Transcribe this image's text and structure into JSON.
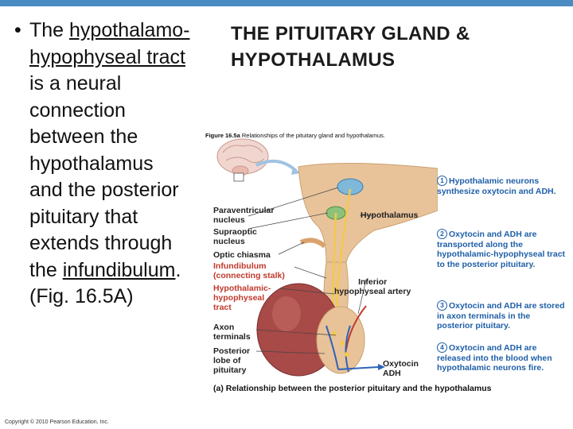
{
  "bullet": {
    "marker": "•",
    "line1_pre": "The ",
    "line1_link": "hypothalamo-",
    "line2_link": "hypophyseal tract",
    "line3": "is a neural",
    "line4": "connection",
    "line5": "between the",
    "line6": "hypothalamus",
    "line7": "and the posterior",
    "line8": "pituitary that",
    "line9": "extends through",
    "line10_pre": "the ",
    "line10_link": "infundibulum",
    "line10_post": ".",
    "line11": "(Fig. 16.5A)"
  },
  "title": {
    "line1": "THE PITUITARY GLAND &",
    "line2": "HYPOTHALAMUS"
  },
  "figure": {
    "caption_bold": "Figure 16.5a",
    "caption_rest": " Relationships of the pituitary gland and hypothalamus.",
    "labels": {
      "paraventricular": "Paraventricular\nnucleus",
      "supraoptic": "Supraoptic\nnucleus",
      "optic_chiasma": "Optic chiasma",
      "infundibulum": "Infundibulum\n(connecting stalk)",
      "tract": "Hypothalamic-\nhypophyseal\ntract",
      "axon_terminals": "Axon\nterminals",
      "posterior_lobe": "Posterior\nlobe of\npituitary",
      "hypothalamus": "Hypothalamus",
      "inferior_artery": "Inferior\nhypophyseal artery",
      "oxytocin_adh": "Oxytocin\nADH"
    },
    "steps": [
      {
        "num": "1",
        "text": "Hypothalamic neurons synthesize oxytocin and ADH."
      },
      {
        "num": "2",
        "text": "Oxytocin and ADH are transported along the hypothalamic-hypophyseal tract to the posterior pituitary."
      },
      {
        "num": "3",
        "text": "Oxytocin and ADH are stored in axon terminals in the posterior pituitary."
      },
      {
        "num": "4",
        "text": "Oxytocin and ADH are released into the blood when hypothalamic neurons fire."
      }
    ],
    "bottom_caption": "(a) Relationship between the posterior pituitary and the hypothalamus"
  },
  "copyright": "Copyright © 2010 Pearson Education, Inc.",
  "colors": {
    "topbar": "#4a8bc2",
    "step_text": "#1f5fa8",
    "red_label": "#c0392b",
    "tissue": "#e8c39a",
    "pituitary": "#a84a48",
    "nerve": "#f2c94c"
  }
}
